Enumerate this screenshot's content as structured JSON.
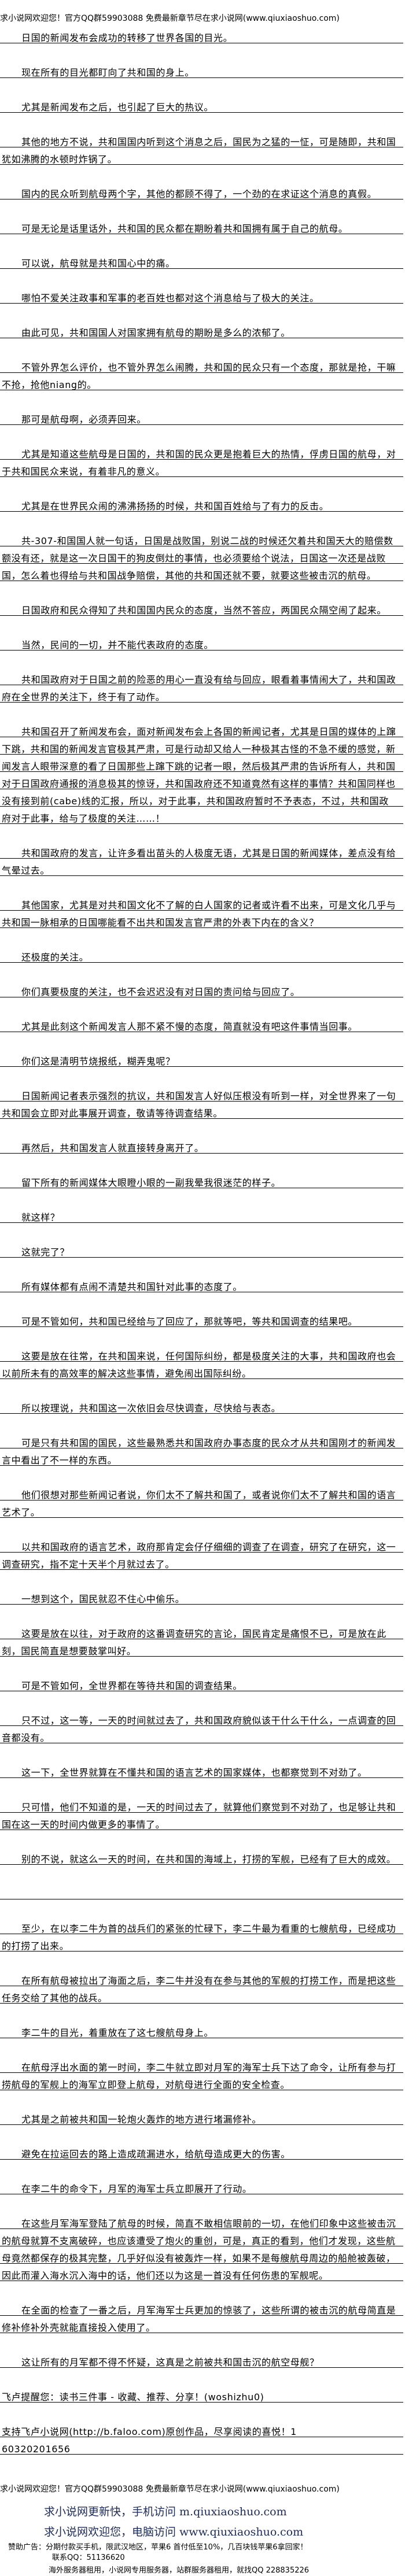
{
  "header": {
    "welcome": "求小说网欢迎您！官方QQ群59903088 免费最新章节尽在求小说网(www.qiuxiaoshuo.com)"
  },
  "paragraphs": [
    "日国的新闻发布会成功的转移了世界各国的目光。",
    "现在所有的目光都盯向了共和国的身上。",
    "尤其是新闻发布之后，也引起了巨大的热议。",
    "其他的地方不说，共和国国内听到这个消息之后，国民为之猛的一怔，可是随即，共和国犹如沸腾的水顿时炸锅了。",
    "国内的民众听到航母两个字，其他的都顾不得了，一个劲的在求证这个消息的真假。",
    "可是无论是话里话外，共和国的民众都在期盼着共和国拥有属于自己的航母。",
    "可以说，航母就是共和国心中的痛。",
    "哪怕不爱关注政事和军事的老百姓也都对这个消息给与了极大的关注。",
    "由此可见，共和国国人对国家拥有航母的期盼是多么的浓郁了。",
    "不管外界怎么评价，也不管外界怎么闹腾，共和国的民众只有一个态度，那就是抢，干嘛不抢，抢他niang的。",
    "那可是航母啊，必须弄回来。",
    "尤其是知道这些航母是日国的，共和国的民众更是抱着巨大的热情，俘虏日国的航母，对于共和国民众来说，有着非凡的意义。",
    "尤其是在世界民众闹的沸沸扬扬的时候，共和国百姓给与了有力的反击。",
    "共-307-和国国人就一句话，日国是战败国，别说二战的时候还欠着共和国天大的赔偿数额没有还，就是这一次日国干的狗皮倒灶的事情，也必须要给个说法，日国这一次还是战败国，怎么着也得给与共和国战争赔偿，其他的共和国还就不要，就要这些被击沉的航母。",
    "日国政府和民众得知了共和国国内民众的态度，当然不答应，两国民众隔空闹了起来。",
    "当然，民间的一切，并不能代表政府的态度。",
    "共和国政府对于日国之前的险恶的用心一直没有给与回应，眼看着事情闹大了，共和国政府在全世界的关注下，终于有了动作。",
    "共和国召开了新闻发布会，面对新闻发布会上各国的新闻记者，尤其是日国的媒体的上蹿下跳，共和国的新闻发言官极其严肃，可是行动却又给人一种极其古怪的不急不缓的感觉，新闻发言人眼带深意的看了日国那些上蹿下跳的记者一眼，然后极其严肃的告诉所有人，共和国对于日国政府通报的消息极其的惊讶，共和国政府还不知道竟然有这样的事情？共和国同样也没有接到前(cabe)线的汇报，所以，对于此事，共和国政府暂时不予表态，不过，共和国政府对于此事，给与了极度的关注……！",
    "共和国政府的发言，让许多看出苗头的人极度无语，尤其是日国的新闻媒体，差点没有给气晕过去。",
    "其他国家，尤其是对共和国文化不了解的白人国家的记者或许看不出来，可是文化几乎与共和国一脉相承的日国哪能看不出共和国发言官严肃的外表下内在的含义？",
    "还极度的关注。",
    "你们真要极度的关注，也不会迟迟没有对日国的责问给与回应了。",
    "尤其是此刻这个新闻发言人那不紧不慢的态度，简直就没有吧这件事情当回事。",
    "你们这是清明节烧报纸，糊弄鬼呢？",
    "日国新闻记者表示强烈的抗议，共和国发言人好似压根没有听到一样，对全世界来了一句共和国会立即对此事展开调查，敬请等待调查结果。",
    "再然后，共和国发言人就直接转身离开了。",
    "留下所有的新闻媒体大眼瞪小眼的一副我晕我很迷茫的样子。",
    "就这样？",
    "这就完了？",
    "所有媒体都有点闹不清楚共和国针对此事的态度了。",
    "可是不管如何，共和国已经给与了回应了，那就等吧，等共和国调查的结果吧。",
    "这要是放在往常，在共和国来说，任何国际纠纷，都是极度关注的大事，共和国政府也会以前所未有的高效率的解决这些事情，避免闹出国际纠纷。",
    "所以按理说，共和国这一次依旧会尽快调查，尽快给与表态。",
    "可是只有共和国的国民，这些最熟悉共和国政府办事态度的民众才从共和国刚才的新闻发言中看出了不一样的东西。",
    "他们很想对那些新闻记者说，你们太不了解共和国了，或者说你们太不了解共和国的语言艺术了。",
    "以共和国政府的语言艺术，政府那肯定会仔仔细细的调查了在调查，研究了在研究，这一调查研究，指不定十天半个月就过去了。",
    "一想到这个，国民就忍不住心中偷乐。",
    "这要是放在以往，对于政府的这番调查研究的言论，国民肯定是痛恨不已，可是放在此刻，国民简直是想要鼓掌叫好。",
    "可是不管如何，全世界都在等待共和国的调查结果。",
    "只不过，这一等，一天的时间就过去了，共和国政府貌似该干什么干什么，一点调查的回音都没有。",
    "这一下，全世界就算在不懂共和国的语言艺术的国家媒体，也都察觉到不对劲了。",
    "只可惜，他们不知道的是，一天的时间过去了，就算他们察觉到不对劲了，也足够让共和国在这一天的时间内做更多的事情了。",
    "别的不说，就这么一天的时间，在共和国的海域上，打捞的军舰，已经有了巨大的成效。",
    "",
    "至少，在以李二牛为首的战兵们的紧张的忙碌下，李二牛最为看重的七艘航母，已经成功的打捞了出来。",
    "在所有航母被拉出了海面之后，李二牛并没有在参与其他的军舰的打捞工作，而是把这些任务交给了其他的战兵。",
    "李二牛的目光，着重放在了这七艘航母身上。",
    "在航母浮出水面的第一时间，李二牛就立即对月军的海军士兵下达了命令，让所有参与打捞航母的军舰上的海军立即登上航母，对航母进行全面的安全检查。",
    "尤其是之前被共和国一轮炮火轰炸的地方进行堵漏修补。",
    "避免在拉运回去的路上造成疏漏进水，给航母造成更大的伤害。",
    "在李二牛的命令下，月军的海军士兵立即展开了行动。",
    "在这些月军海军登陆了航母的时候，简直不敢相信眼前的一切，在他们印象中这些被击沉的航母就算不支离破碎，也应该遭受了炮火的重创，可是，真正的看到，他们才发现，这些航母竟然都保存的极其完整，几乎好似没有被轰炸一样，如果不是每艘航母周边的船舱被轰破，因此而灌入海水沉入海中的话，他们还以为这是一首没有任何伤患的军舰呢。",
    "在全面的检查了一番之后，月军海军士兵更加的惊骇了，这些所谓的被击沉的航母简直是修补修补外壳就能直接投入使用了。",
    "这让所有的月军都不得不怀疑，这真是之前被共和国击沉的航空母舰？"
  ],
  "footer_notes": {
    "reminder": "飞卢提醒您：读书三件事 - 收藏、推荐、分享！(woshizhu0)",
    "support": "支持飞卢小说网(http://b.faloo.com)原创作品，尽享阅读的喜悦！1",
    "code": "60320201656"
  },
  "footer": {
    "welcome": "求小说网欢迎您！官方QQ群59903088 免费最新章节尽在求小说网(www.qiuxiaoshuo.com)",
    "mobile": "求小说网更新快，手机访问 m.qiuxiaoshuo.com",
    "desktop": "求小说网欢迎您，电脑访问 www.qiuxiaoshuo.com",
    "ad_line1": "赞助广告：分期付款买手机，限武汉地区，苹果6 首付低至10%，几百块钱苹果6拿回家！",
    "ad_line2": "联系QQ：51136620",
    "ad_line3": "海外服务器租用，小说网专用服务器，站群服务器租用，就找QQ 228835226"
  },
  "colors": {
    "promo": "#1c2a5c",
    "rule": "#000000"
  }
}
